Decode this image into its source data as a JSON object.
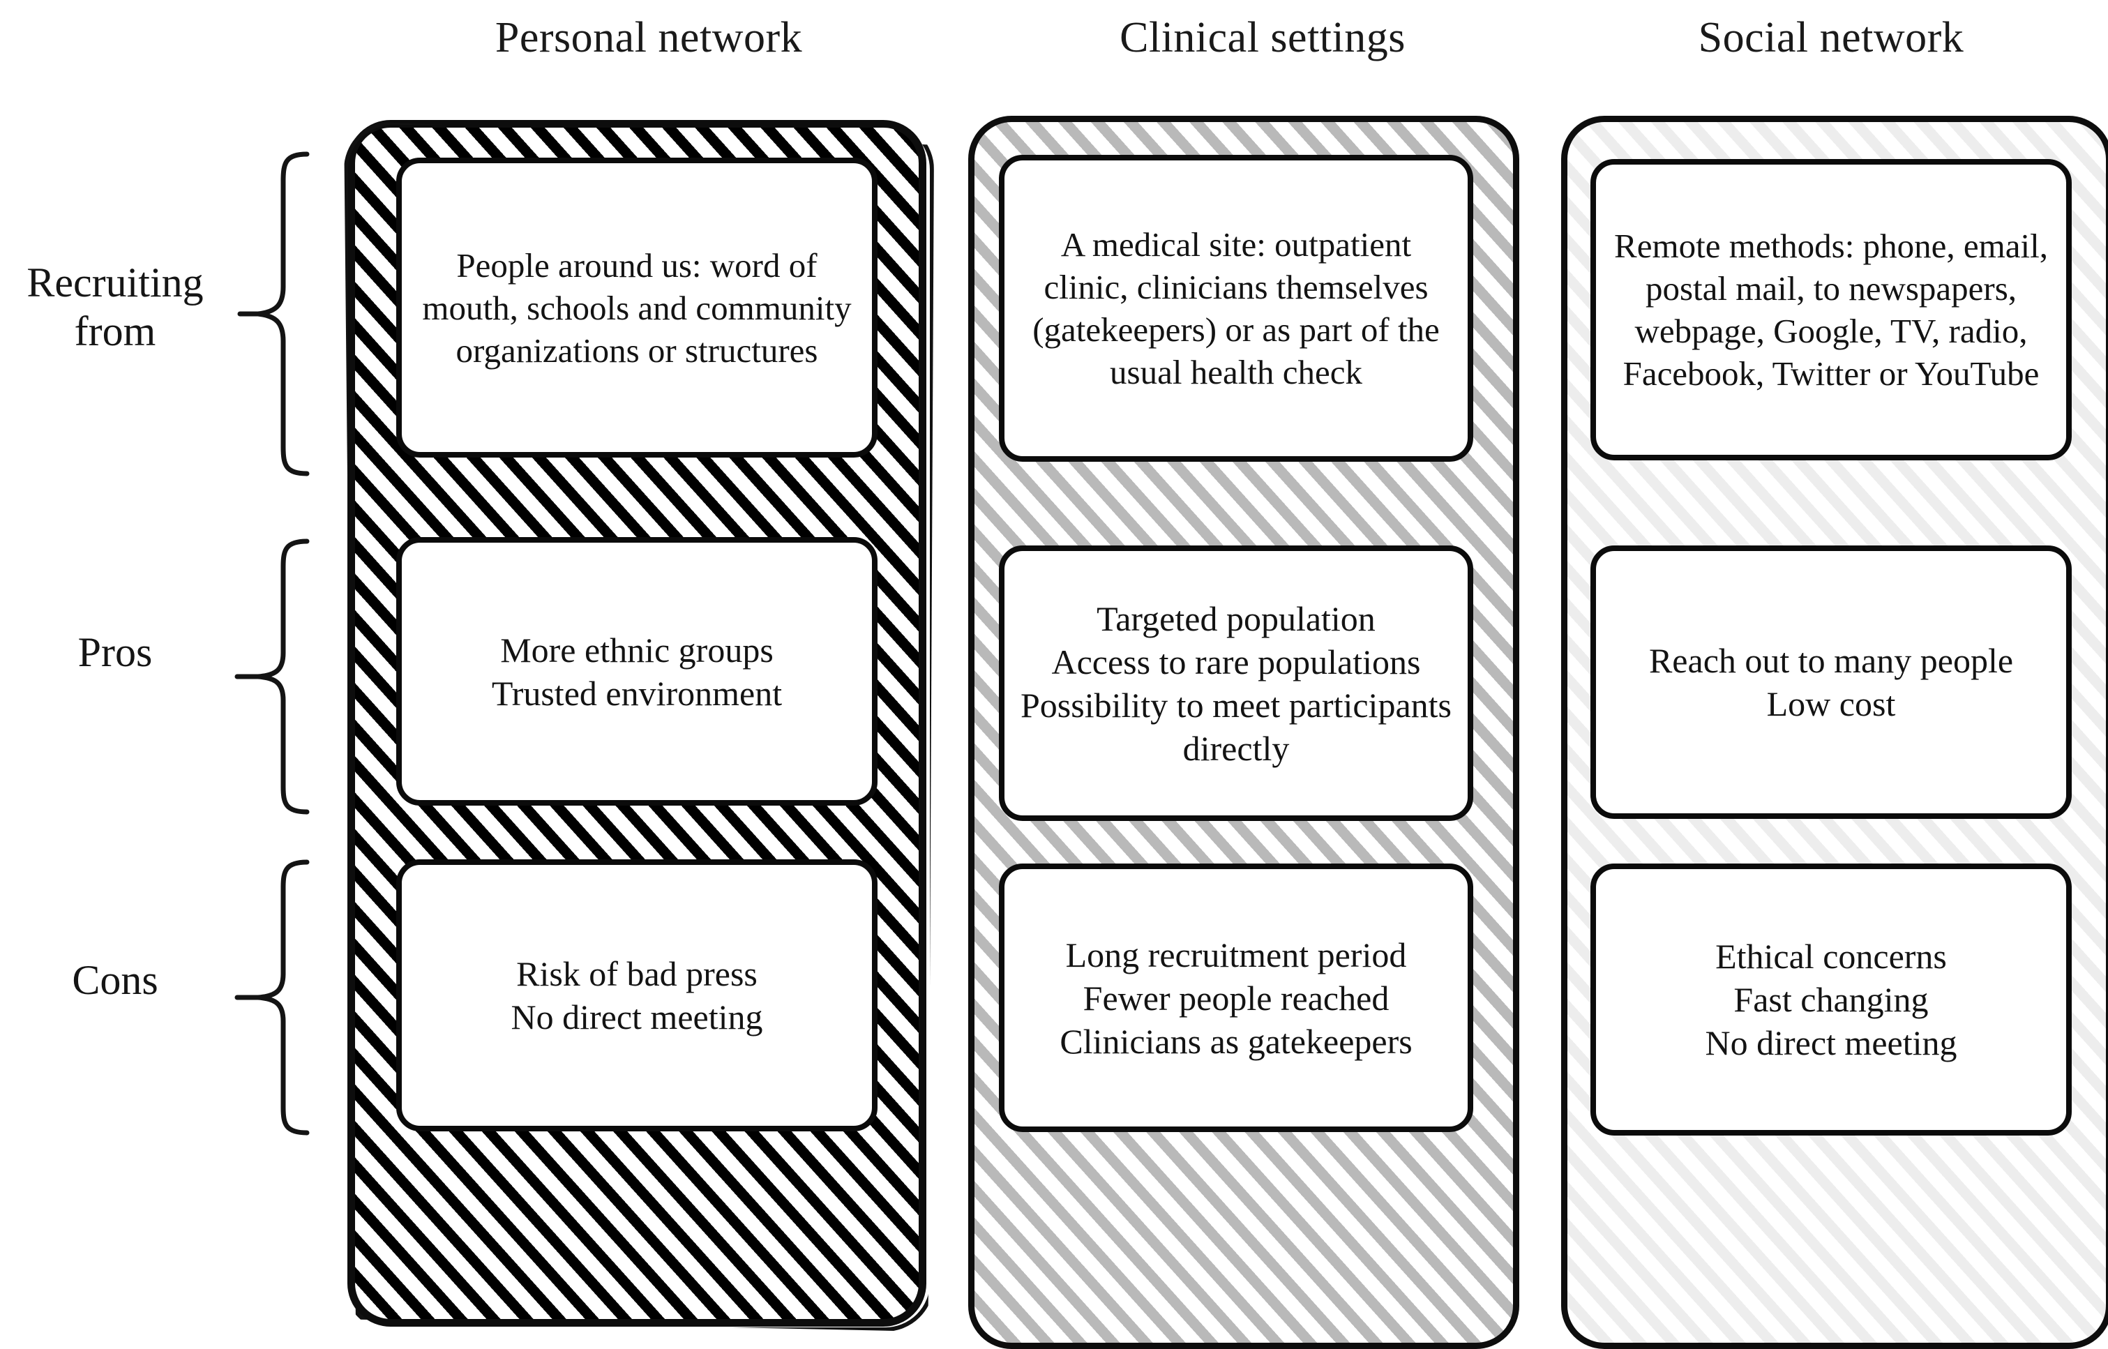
{
  "columns": [
    {
      "header": "Personal network",
      "hatch_color": "#000000",
      "cells": {
        "recruiting_from": "People around us: word of mouth, schools and community organizations or structures",
        "pros": "More ethnic groups\nTrusted environment",
        "cons": "Risk of bad press\nNo direct meeting"
      }
    },
    {
      "header": "Clinical settings",
      "hatch_color": "#b9b9b9",
      "cells": {
        "recruiting_from": "A medical site: outpatient clinic, clinicians themselves (gatekeepers) or as part of the usual health check",
        "pros": "Targeted population\nAccess to rare populations\nPossibility to meet participants directly",
        "cons": "Long recruitment period\nFewer people reached\nClinicians as gatekeepers"
      }
    },
    {
      "header": "Social network",
      "hatch_color": "#ededed",
      "cells": {
        "recruiting_from": "Remote methods: phone, email, postal mail, to newspapers, webpage, Google, TV, radio, Facebook, Twitter or YouTube",
        "pros": "Reach out to many people\nLow cost",
        "cons": "Ethical concerns\nFast changing\nNo direct meeting"
      }
    }
  ],
  "rows": [
    {
      "label": "Recruiting from",
      "label_lines": [
        "Recruiting",
        "from"
      ]
    },
    {
      "label": "Pros",
      "label_lines": [
        "Pros"
      ]
    },
    {
      "label": "Cons",
      "label_lines": [
        "Cons"
      ]
    }
  ],
  "colors": {
    "ink": "#111111",
    "card_border": "#0b0b0b",
    "background": "#ffffff"
  }
}
